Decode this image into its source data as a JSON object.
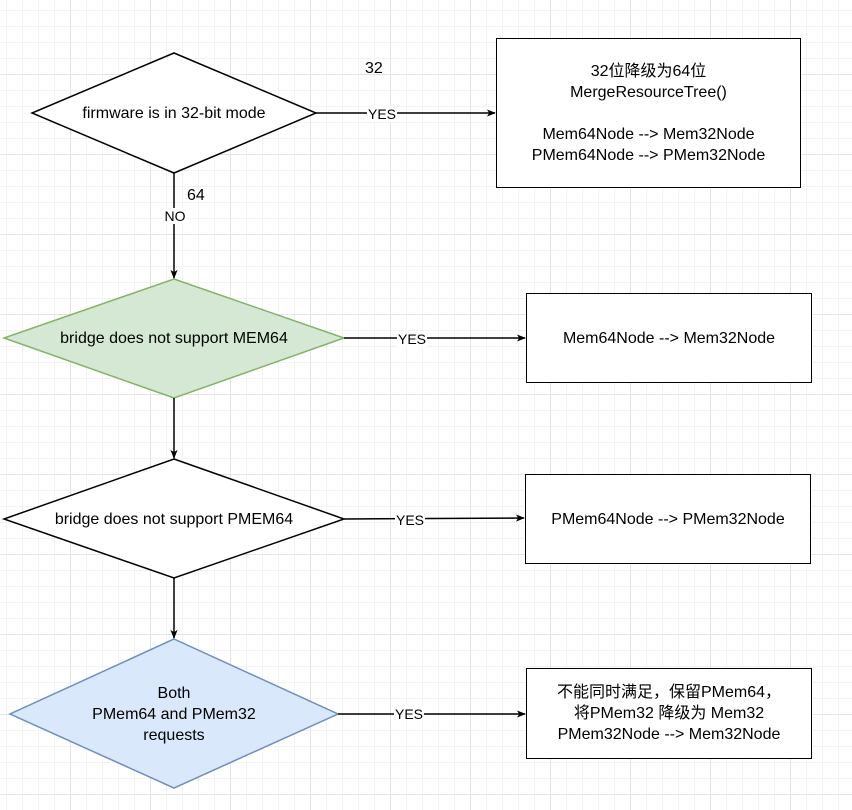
{
  "decisions": {
    "mode_check": {
      "label": "firmware is in 32-bit mode"
    },
    "mem64_check": {
      "label": "bridge does not support MEM64"
    },
    "pmem64_check": {
      "label": "bridge does not support PMEM64"
    },
    "both_check": {
      "label": "Both\nPMem64 and PMem32\nrequests"
    }
  },
  "actions": {
    "downgrade_all": {
      "text": "32位降级为64位\nMergeResourceTree()\n\nMem64Node --> Mem32Node\nPMem64Node --> PMem32Node"
    },
    "mem64_to_mem32": {
      "text": "Mem64Node --> Mem32Node"
    },
    "pmem64_to_pmem32": {
      "text": "PMem64Node --> PMem32Node"
    },
    "keep_pmem64": {
      "text": "不能同时满足，保留PMem64，\n将PMem32 降级为 Mem32\nPMem32Node --> Mem32Node"
    }
  },
  "edge_labels": {
    "mode_yes": "YES",
    "mode_no": "NO",
    "mem64_yes": "YES",
    "pmem64_yes": "YES",
    "both_yes": "YES"
  },
  "annotations": {
    "bits_32": "32",
    "bits_64": "64"
  },
  "colors": {
    "decision_default_fill": "#ffffff",
    "decision_default_stroke": "#000000",
    "decision_green_fill": "#d5e8d4",
    "decision_green_stroke": "#82b366",
    "decision_blue_fill": "#dae8fc",
    "decision_blue_stroke": "#6c8ebf",
    "edge": "#000000"
  }
}
